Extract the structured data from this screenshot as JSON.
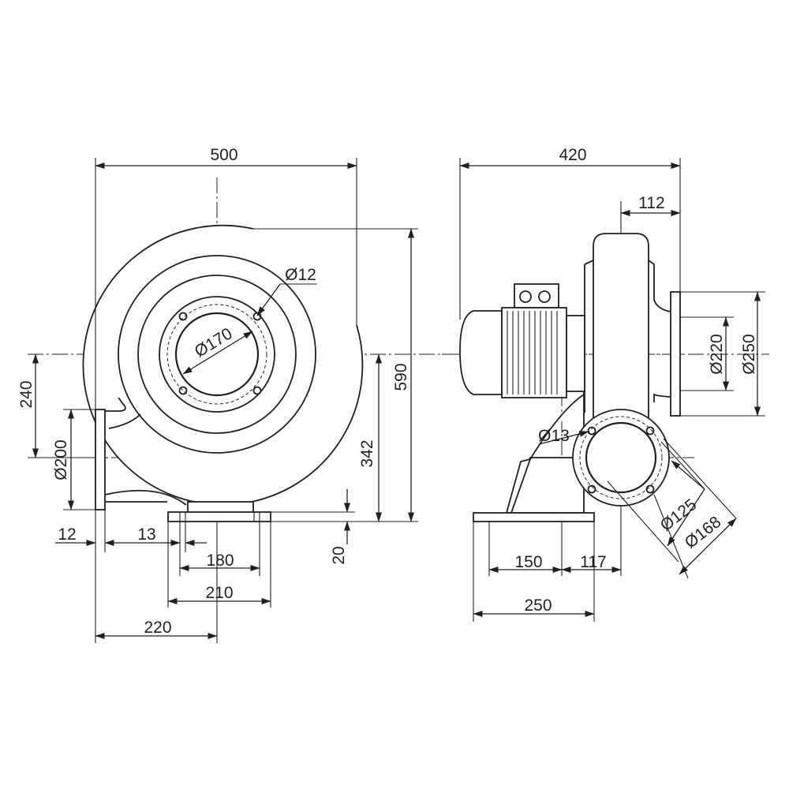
{
  "front_view": {
    "width_total": "500",
    "height_total": "590",
    "outlet_height": "342",
    "inlet_axis_height": "240",
    "outlet_diameter": "Ø200",
    "flange_thickness": "12",
    "foot_hole": "13",
    "foot_hole_spacing": "180",
    "foot_width": "210",
    "outlet_to_axis": "220",
    "foot_height": "20",
    "bolt_circle": "Ø170",
    "bolt_hole": "Ø12"
  },
  "side_view": {
    "depth_total": "420",
    "inlet_flange_offset": "112",
    "inlet_diameter": "Ø220",
    "inlet_flange_diameter": "Ø250",
    "outlet_hole": "Ø13",
    "outlet_diameter": "Ø125",
    "outlet_flange_diameter": "Ø168",
    "base_spacing": "150",
    "outlet_offset": "117",
    "base_length": "250"
  }
}
